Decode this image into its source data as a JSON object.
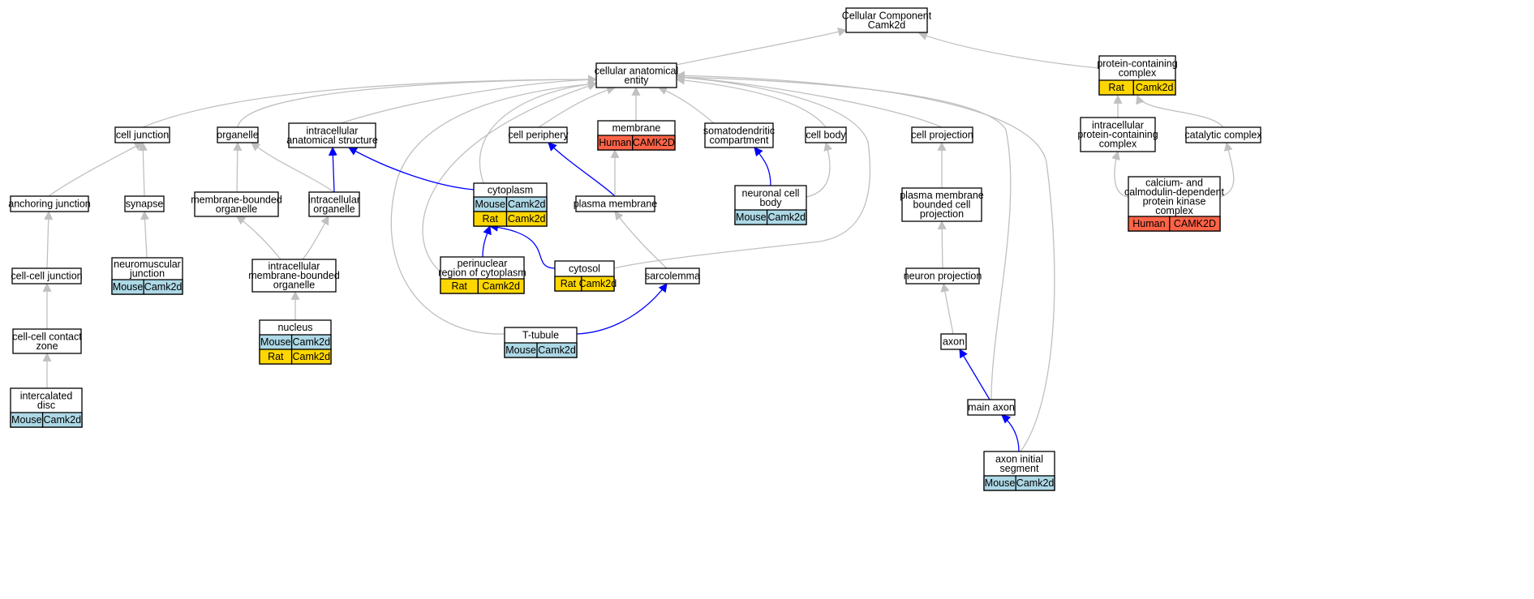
{
  "colors": {
    "mouse": "#add8e6",
    "rat": "#ffd700",
    "human": "#ff6347",
    "edge_default": "#c0c0c0",
    "edge_highlight": "#0000ff",
    "node_border": "#000000"
  },
  "nodes": {
    "root": {
      "lines": [
        "Cellular Component",
        "Camk2d"
      ],
      "annotations": []
    },
    "cae": {
      "lines": [
        "cellular anatomical",
        "entity"
      ],
      "annotations": []
    },
    "pcc": {
      "lines": [
        "protein-containing",
        "complex"
      ],
      "annotations": [
        [
          "Rat",
          "Camk2d"
        ]
      ]
    },
    "cj": {
      "lines": [
        "cell junction"
      ],
      "annotations": []
    },
    "org": {
      "lines": [
        "organelle"
      ],
      "annotations": []
    },
    "ias": {
      "lines": [
        "intracellular",
        "anatomical structure"
      ],
      "annotations": []
    },
    "cper": {
      "lines": [
        "cell periphery"
      ],
      "annotations": []
    },
    "mem": {
      "lines": [
        "membrane"
      ],
      "annotations": [
        [
          "Human",
          "CAMK2D"
        ]
      ]
    },
    "sdc": {
      "lines": [
        "somatodendritic",
        "compartment"
      ],
      "annotations": []
    },
    "cb": {
      "lines": [
        "cell body"
      ],
      "annotations": []
    },
    "cproj": {
      "lines": [
        "cell projection"
      ],
      "annotations": []
    },
    "ipcc": {
      "lines": [
        "intracellular",
        "protein-containing",
        "complex"
      ],
      "annotations": []
    },
    "catc": {
      "lines": [
        "catalytic complex"
      ],
      "annotations": []
    },
    "aj": {
      "lines": [
        "anchoring junction"
      ],
      "annotations": []
    },
    "syn": {
      "lines": [
        "synapse"
      ],
      "annotations": []
    },
    "mbo": {
      "lines": [
        "membrane-bounded",
        "organelle"
      ],
      "annotations": []
    },
    "io": {
      "lines": [
        "intracellular",
        "organelle"
      ],
      "annotations": []
    },
    "cyto": {
      "lines": [
        "cytoplasm"
      ],
      "annotations": [
        [
          "Mouse",
          "Camk2d"
        ],
        [
          "Rat",
          "Camk2d"
        ]
      ]
    },
    "pm": {
      "lines": [
        "plasma membrane"
      ],
      "annotations": []
    },
    "ncb": {
      "lines": [
        "neuronal cell",
        "body"
      ],
      "annotations": [
        [
          "Mouse",
          "Camk2d"
        ]
      ]
    },
    "pmbcp": {
      "lines": [
        "plasma membrane",
        "bounded cell",
        "projection"
      ],
      "annotations": []
    },
    "camkc": {
      "lines": [
        "calcium- and",
        "calmodulin-dependent",
        "protein kinase",
        "complex"
      ],
      "annotations": [
        [
          "Human",
          "CAMK2D"
        ]
      ]
    },
    "ccj": {
      "lines": [
        "cell-cell junction"
      ],
      "annotations": []
    },
    "nmj": {
      "lines": [
        "neuromuscular",
        "junction"
      ],
      "annotations": [
        [
          "Mouse",
          "Camk2d"
        ]
      ]
    },
    "imbo": {
      "lines": [
        "intracellular",
        "membrane-bounded",
        "organelle"
      ],
      "annotations": []
    },
    "pnr": {
      "lines": [
        "perinuclear",
        "region of cytoplasm"
      ],
      "annotations": [
        [
          "Rat",
          "Camk2d"
        ]
      ]
    },
    "cytosol": {
      "lines": [
        "cytosol"
      ],
      "annotations": [
        [
          "Rat",
          "Camk2d"
        ]
      ]
    },
    "sarc": {
      "lines": [
        "sarcolemma"
      ],
      "annotations": []
    },
    "nproj": {
      "lines": [
        "neuron projection"
      ],
      "annotations": []
    },
    "cccz": {
      "lines": [
        "cell-cell contact",
        "zone"
      ],
      "annotations": []
    },
    "nuc": {
      "lines": [
        "nucleus"
      ],
      "annotations": [
        [
          "Mouse",
          "Camk2d"
        ],
        [
          "Rat",
          "Camk2d"
        ]
      ]
    },
    "ttub": {
      "lines": [
        "T-tubule"
      ],
      "annotations": [
        [
          "Mouse",
          "Camk2d"
        ]
      ]
    },
    "axon": {
      "lines": [
        "axon"
      ],
      "annotations": []
    },
    "icd": {
      "lines": [
        "intercalated",
        "disc"
      ],
      "annotations": [
        [
          "Mouse",
          "Camk2d"
        ]
      ]
    },
    "maxon": {
      "lines": [
        "main axon"
      ],
      "annotations": []
    },
    "ais": {
      "lines": [
        "axon initial",
        "segment"
      ],
      "annotations": [
        [
          "Mouse",
          "Camk2d"
        ]
      ]
    }
  }
}
